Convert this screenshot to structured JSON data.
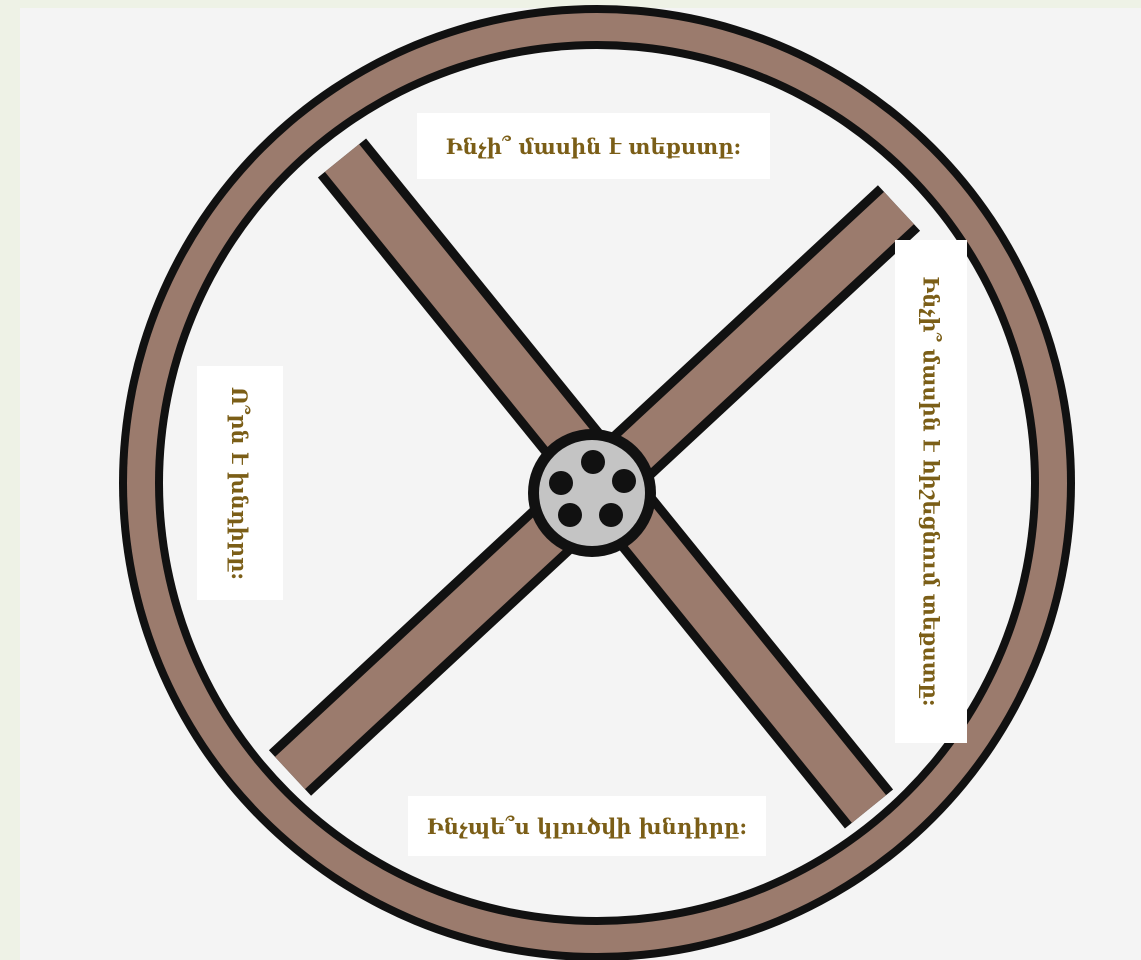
{
  "wheel": {
    "colors": {
      "rim": "#9b7b6d",
      "outline": "#111111",
      "hub": "#c4c4c4",
      "bolt": "#111111",
      "text": "#7b5e17",
      "label_bg": "#ffffff",
      "background": "#f4f4f4"
    },
    "bolt_count": 5
  },
  "prompts": {
    "top": "Ինչի՞ մասին է տեքստը:",
    "right": "Ինչի՞ մասին է հիշեցնում տեքստը:",
    "bottom": "Ինչպե՞ս կլուծվի խնդիրը:",
    "left": "Ո՞րն է խնդիրը:"
  }
}
